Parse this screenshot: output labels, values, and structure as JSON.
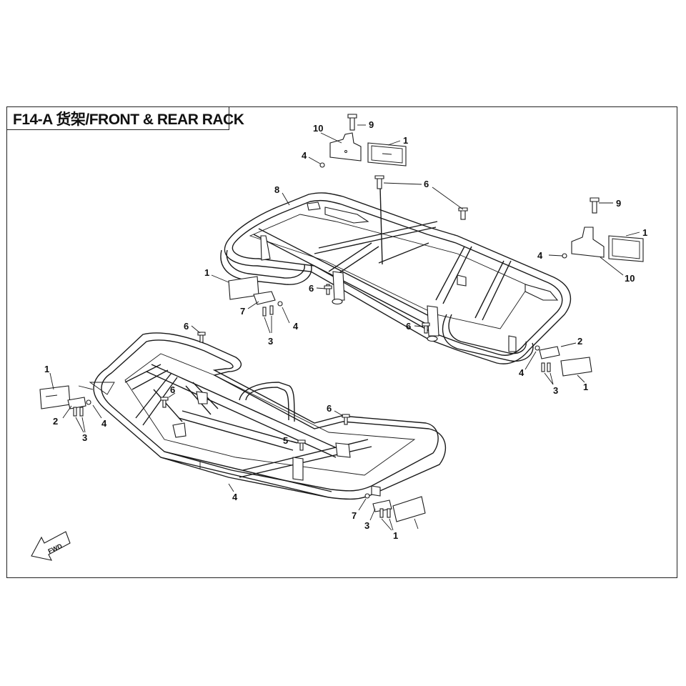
{
  "title": {
    "text": "F14-A 货架/FRONT & REAR RACK"
  },
  "callouts": [
    "10",
    "9",
    "1",
    "4",
    "8",
    "6",
    "9",
    "1",
    "4",
    "10",
    "1",
    "6",
    "7",
    "3",
    "4",
    "6",
    "2",
    "4",
    "3",
    "1",
    "6",
    "1",
    "6",
    "2",
    "3",
    "4",
    "6",
    "5",
    "4",
    "7",
    "3",
    "1"
  ],
  "fwd_label": "FWD"
}
